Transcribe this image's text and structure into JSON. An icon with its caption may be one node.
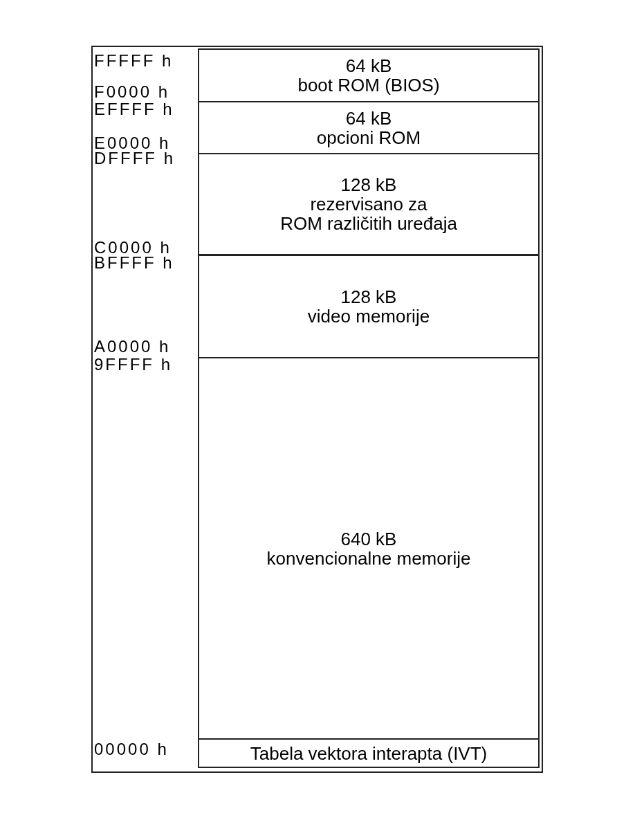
{
  "diagram": {
    "nodes": [
      {
        "text": [
          "64 kB",
          "boot ROM (BIOS)"
        ]
      },
      {
        "text": [
          "64 kB",
          "opcioni ROM"
        ]
      },
      {
        "text": [
          "128 kB",
          "rezervisano za ROM različitih uređaja"
        ]
      },
      {
        "text": [
          "128 kB",
          "video memorije"
        ]
      },
      {
        "text": [
          "640 kB",
          "konvencionalne memorije"
        ]
      },
      {
        "text": [
          "Tabela vektora interapta (IVT)"
        ]
      }
    ],
    "edges": [],
    "labels": [
      "FFFFF h",
      "F0000 h",
      "EFFFF h",
      "E0000 h",
      "DFFFF h",
      "C0000 h",
      "BFFFF h",
      "A0000 h",
      "9FFFF h",
      "00000 h"
    ]
  }
}
